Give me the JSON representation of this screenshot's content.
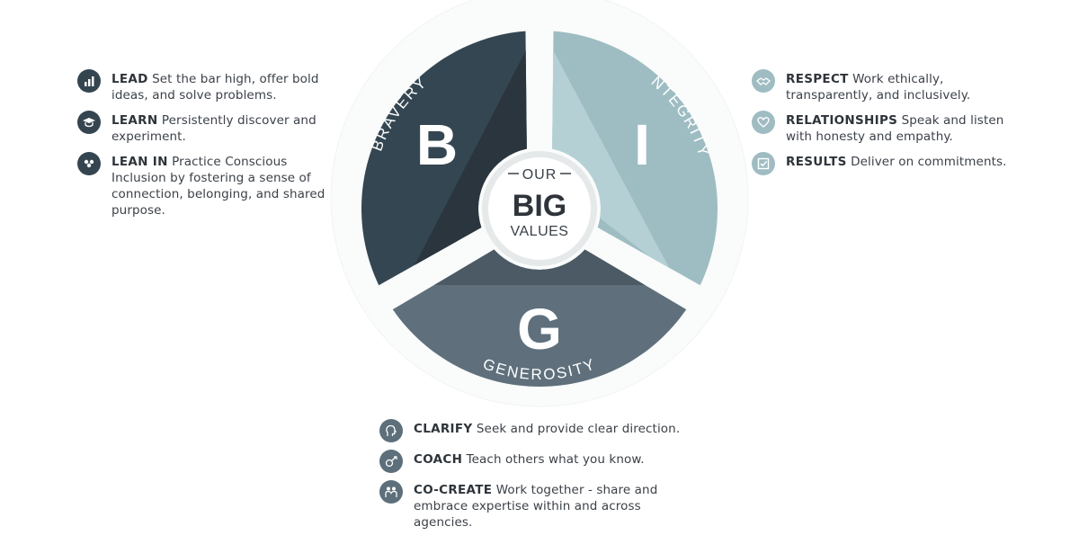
{
  "center": {
    "our": "OUR",
    "big": "BIG",
    "values": "VALUES"
  },
  "segments": {
    "bravery": {
      "letter": "B",
      "word": "BRAVERY",
      "color": "#344651",
      "shade": "#2a353d"
    },
    "integrity": {
      "letter": "I",
      "word": "INTEGRITY",
      "color": "#9ebdc3",
      "shade": "#b5d0d4"
    },
    "generosity": {
      "letter": "G",
      "word": "GENEROSITY",
      "color": "#5f707c",
      "shade": "#4b5a64"
    }
  },
  "bravery_values": [
    {
      "icon": "bar-chart-icon",
      "term": "LEAD",
      "description": "Set the bar high, offer bold ideas, and solve problems."
    },
    {
      "icon": "graduation-cap-icon",
      "term": "LEARN",
      "description": "Persistently discover and experiment."
    },
    {
      "icon": "people-group-icon",
      "term": "LEAN IN",
      "description": "Practice Conscious Inclusion by fostering a sense of connection, belonging, and shared purpose."
    }
  ],
  "integrity_values": [
    {
      "icon": "handshake-icon",
      "term": "RESPECT",
      "description": "Work ethically, transparently, and inclusively."
    },
    {
      "icon": "heart-icon",
      "term": "RELATIONSHIPS",
      "description": "Speak and listen with honesty and empathy."
    },
    {
      "icon": "checkbox-icon",
      "term": "RESULTS",
      "description": "Deliver on commitments."
    }
  ],
  "generosity_values": [
    {
      "icon": "speaking-head-icon",
      "term": "CLARIFY",
      "description": "Seek and provide clear direction."
    },
    {
      "icon": "coach-whistle-icon",
      "term": "COACH",
      "description": "Teach others what you know."
    },
    {
      "icon": "cocreate-people-icon",
      "term": "CO-CREATE",
      "description": "Work together - share and embrace expertise within and across agencies."
    }
  ]
}
